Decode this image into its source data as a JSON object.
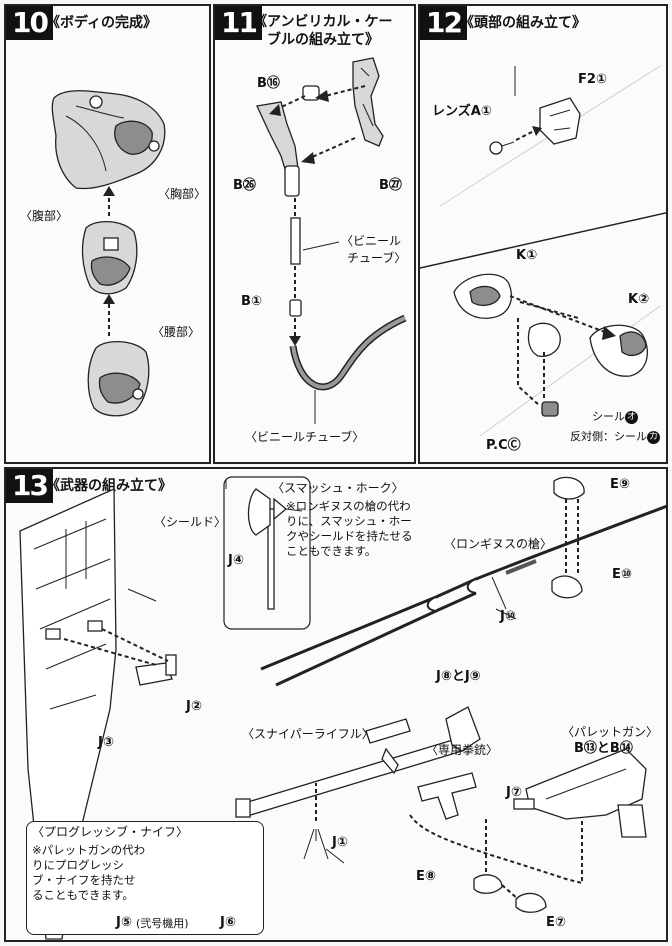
{
  "steps": {
    "s10": {
      "number": "10",
      "title": "《ボディの完成》",
      "labels": {
        "chest": "〈胸部〉",
        "abdomen": "〈腹部〉",
        "waist": "〈腰部〉"
      }
    },
    "s11": {
      "number": "11",
      "title_line1": "《アンビリカル・ケー",
      "title_line2": "ブルの組み立て》",
      "parts": {
        "b16": "B⑯",
        "b26": "B㉖",
        "b27": "B㉗",
        "b1": "B①"
      },
      "labels": {
        "vinyl_line1": "〈ビニール",
        "vinyl_line2": "チューブ〉",
        "vinyl_tube": "〈ビニールチューブ〉"
      }
    },
    "s12": {
      "number": "12",
      "title": "《頭部の組み立て》",
      "parts": {
        "f2": "F2①",
        "lens": "レンズA①",
        "k1": "K①",
        "k2": "K②",
        "pc": "P.CⒸ"
      },
      "labels": {
        "seal": "シール",
        "seal_mark": "オ",
        "reverse": "反対側：シール",
        "reverse_mark": "カ"
      }
    },
    "s13": {
      "number": "13",
      "title": "《武器の組み立て》",
      "labels": {
        "shield": "〈シールド〉",
        "smash_hawk": "〈スマッシュ・ホーク〉",
        "smash_note": "※ロンギヌスの槍の代わりに、スマッシュ・ホークやシールドを持たせることもできます。",
        "longinus": "〈ロンギヌスの槍〉",
        "sniper": "〈スナイパーライフル〉",
        "pistol": "〈専用拳銃〉",
        "pallet": "〈パレットガン〉",
        "knife": "〈プログレッシブ・ナイフ〉",
        "knife_note": "※パレットガンの代わりにプログレッシブ・ナイフを持たせることもできます。",
        "unit2": "(弐号機用)"
      },
      "parts": {
        "j4": "J④",
        "j2": "J②",
        "j3": "J③",
        "j10": "J⑩",
        "e9": "E⑨",
        "e10": "E⑩",
        "j8j9": "J⑧とJ⑨",
        "j7": "J⑦",
        "b13b14": "B⑬とB⑭",
        "j1": "J①",
        "e8": "E⑧",
        "e7": "E⑦",
        "j5": "J⑤",
        "j6": "J⑥"
      }
    }
  }
}
